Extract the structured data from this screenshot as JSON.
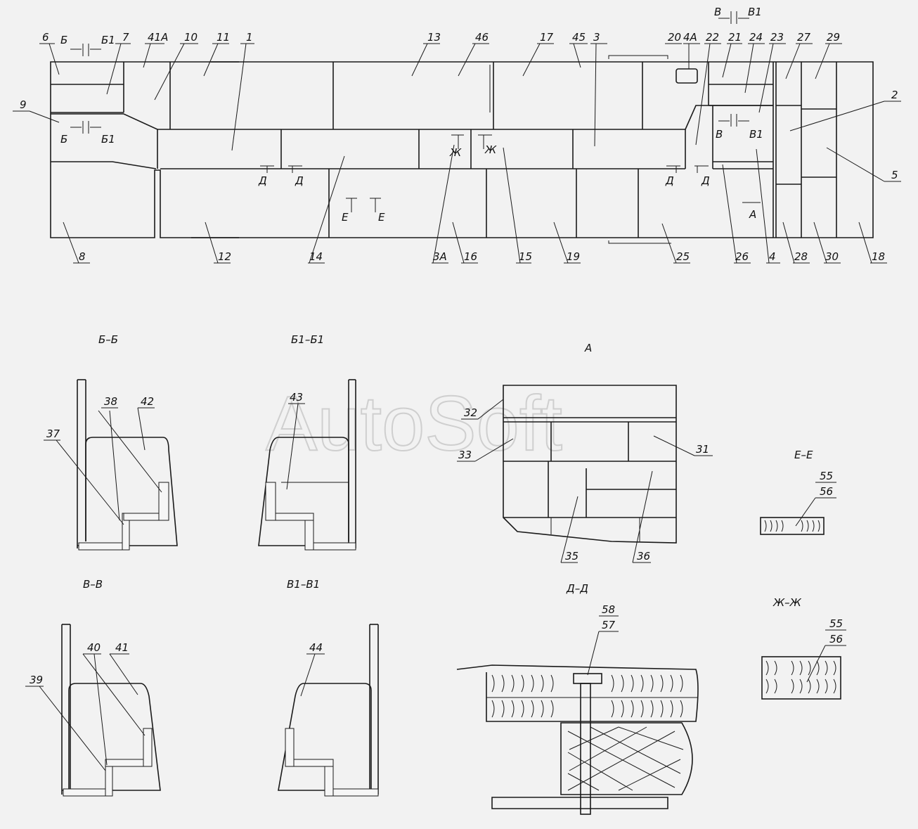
{
  "watermark": "AutoSoft",
  "sections": {
    "b_b": "Б–Б",
    "b1_b1": "Б1–Б1",
    "v_v": "В–В",
    "v1_v1": "В1–В1",
    "a_view": "А",
    "e_e": "Е–Е",
    "d_d": "Д–Д",
    "zh_zh": "Ж–Ж"
  },
  "cut_marks": {
    "b": "Б",
    "b1": "Б1",
    "v": "В",
    "v1": "В1",
    "d": "Д",
    "e": "Е",
    "zh": "Ж",
    "a": "А"
  },
  "callouts_top": [
    "6",
    "7",
    "41А",
    "10",
    "11",
    "1",
    "13",
    "46",
    "17",
    "45",
    "3",
    "20",
    "4А",
    "22",
    "21",
    "24",
    "23",
    "27",
    "29",
    "9",
    "2",
    "5"
  ],
  "callouts_bottom": [
    "8",
    "12",
    "14",
    "3А",
    "16",
    "15",
    "19",
    "25",
    "26",
    "4",
    "28",
    "30",
    "18"
  ],
  "callouts_details": [
    "38",
    "42",
    "37",
    "43",
    "32",
    "33",
    "31",
    "35",
    "36",
    "55",
    "56",
    "40",
    "41",
    "39",
    "44",
    "58",
    "57",
    "55",
    "56"
  ]
}
